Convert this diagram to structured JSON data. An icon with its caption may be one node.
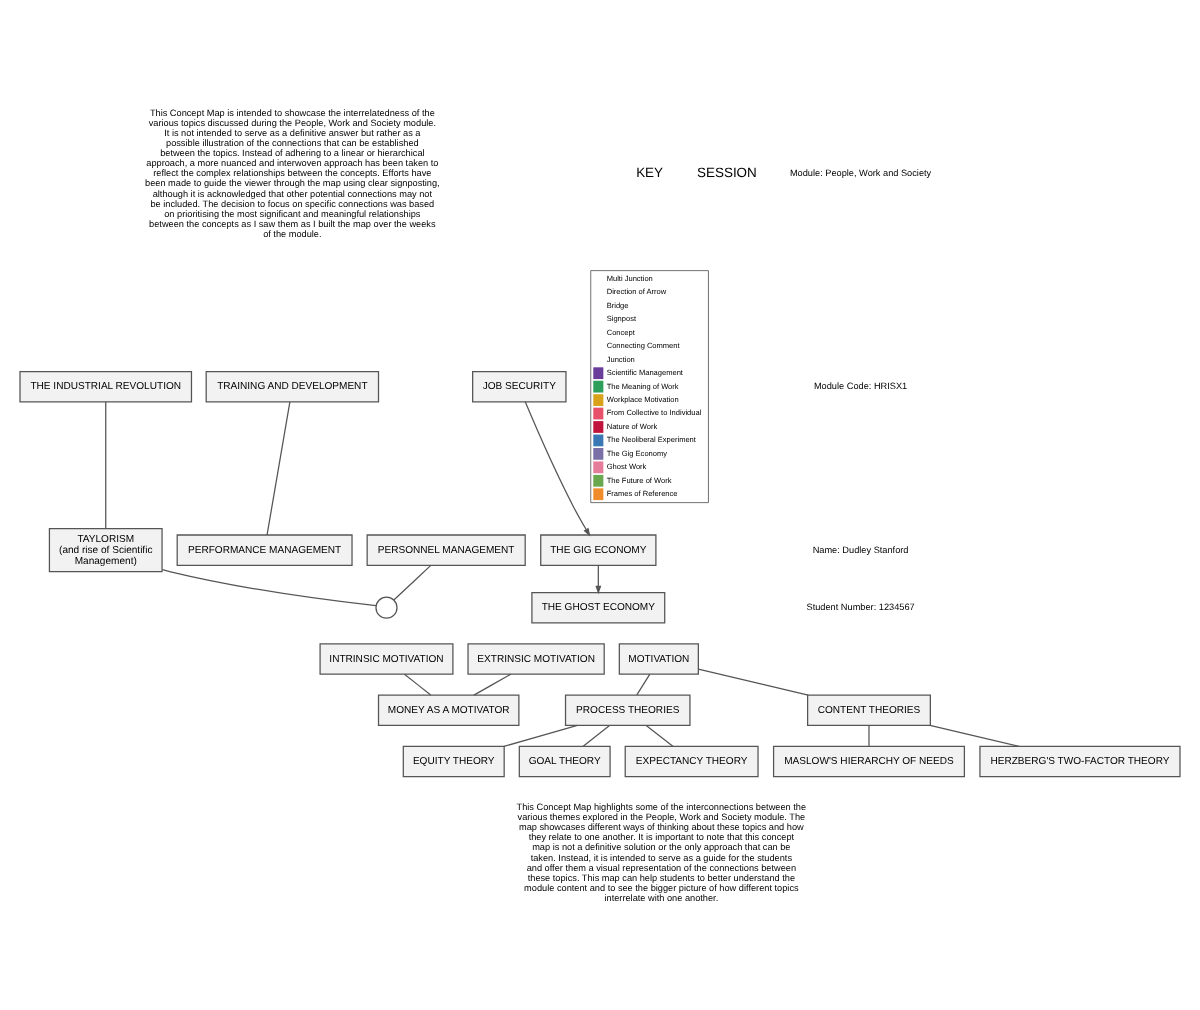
{
  "diagram": {
    "nodes": [
      {
        "text": [
          "THE INDUSTRIAL REVOLUTION"
        ]
      },
      {
        "text": [
          "TAYLORISM",
          "(and rise of Scientific Management)"
        ]
      },
      {
        "text": [],
        "shape": "circle"
      },
      {
        "text": [
          "PERSONNEL MANAGEMENT"
        ]
      },
      {
        "text": [
          "TRAINING AND DEVELOPMENT"
        ]
      },
      {
        "text": [
          "PERFORMANCE MANAGEMENT"
        ]
      },
      {
        "text": [
          "THE GIG ECONOMY"
        ]
      },
      {
        "text": [
          "JOB SECURITY"
        ]
      },
      {
        "text": [
          "THE GHOST ECONOMY"
        ]
      },
      {
        "text": [
          "MOTIVATION"
        ]
      },
      {
        "text": [
          "PROCESS THEORIES"
        ]
      },
      {
        "text": [
          "CONTENT THEORIES"
        ]
      },
      {
        "text": [
          "EQUITY THEORY"
        ]
      },
      {
        "text": [
          "GOAL THEORY"
        ]
      },
      {
        "text": [
          "EXPECTANCY THEORY"
        ]
      },
      {
        "text": [
          "MASLOW'S HIERARCHY OF NEEDS"
        ]
      },
      {
        "text": [
          "HERZBERG'S TWO-FACTOR THEORY"
        ]
      },
      {
        "text": [
          "INTRINSIC MOTIVATION"
        ]
      },
      {
        "text": [
          "EXTRINSIC MOTIVATION"
        ]
      },
      {
        "text": [
          "MONEY AS A MOTIVATOR"
        ]
      }
    ],
    "edges": [
      {
        "from": 0,
        "to": 1,
        "arrow": "none"
      },
      {
        "from": 1,
        "to": 2,
        "arrow": "none"
      },
      {
        "from": 3,
        "to": 2,
        "arrow": "none"
      },
      {
        "from": 4,
        "to": 5,
        "arrow": "none"
      },
      {
        "from": 7,
        "to": 6,
        "arrow": "to"
      },
      {
        "from": 6,
        "to": 8,
        "arrow": "to"
      },
      {
        "from": 9,
        "to": 10,
        "arrow": "none"
      },
      {
        "from": 9,
        "to": 11,
        "arrow": "none"
      },
      {
        "from": 10,
        "to": 12,
        "arrow": "none"
      },
      {
        "from": 10,
        "to": 13,
        "arrow": "none"
      },
      {
        "from": 10,
        "to": 14,
        "arrow": "none"
      },
      {
        "from": 11,
        "to": 15,
        "arrow": "none"
      },
      {
        "from": 11,
        "to": 16,
        "arrow": "none"
      },
      {
        "from": 17,
        "to": 19,
        "arrow": "none"
      },
      {
        "from": 18,
        "to": 19,
        "arrow": "none"
      }
    ],
    "labels": [
      "KEY",
      "SESSION",
      "This Concept Map is intended to showcase the interrelatedness of the various topics discussed during the People, Work and Society module. It is not intended to serve as a definitive answer but rather as a possible illustration of the connections that can be established between the topics. Instead of adhering to a linear or hierarchical approach, a more nuanced and interwoven approach has been taken to reflect the complex relationships between the concepts. Efforts have been made to guide the viewer through the map using clear signposting, although it is acknowledged that other potential connections may not be included. The decision to focus on specific connections was based on prioritising the most significant and meaningful relationships between the concepts as I saw them as I built the map over the weeks of the module.",
      "Module: People, Work and Society",
      "Module Code: HRISX1",
      "Name: Dudley Stanford",
      "Student Number: 1234567",
      "This Concept Map highlights some of the interconnections between the various themes explored in the People, Work and Society module. The map showcases different ways of thinking about these topics and how they relate to one another. It is important to note that this concept map is not a definitive solution or the only approach that can be taken. Instead, it is intended to serve as a guide for the students and offer them a visual representation of the connections between these topics. This map can help students to better understand the module content and to see the bigger picture of how different topics interrelate with one another."
    ],
    "legend": [
      {
        "text": "Multi Junction"
      },
      {
        "text": "Direction of Arrow"
      },
      {
        "text": "Bridge"
      },
      {
        "text": "Signpost"
      },
      {
        "text": "Concept"
      },
      {
        "text": "Connecting Comment"
      },
      {
        "text": "Junction"
      },
      {
        "text": "Scientific Management",
        "color": "#6a3d9a"
      },
      {
        "text": "The Meaning of Work",
        "color": "#2e9e5b"
      },
      {
        "text": "Workplace Motivation",
        "color": "#d9a21b"
      },
      {
        "text": "From Collective to Individual",
        "color": "#e8516b"
      },
      {
        "text": "Nature of Work",
        "color": "#c0143c"
      },
      {
        "text": "The Neoliberal Experiment",
        "color": "#3a78b5"
      },
      {
        "text": "The Gig Economy",
        "color": "#7b6fa8"
      },
      {
        "text": "Ghost Work",
        "color": "#e57d9a"
      },
      {
        "text": "The Future of Work",
        "color": "#6aa84f"
      },
      {
        "text": "Frames of Reference",
        "color": "#f08c2c"
      }
    ]
  }
}
